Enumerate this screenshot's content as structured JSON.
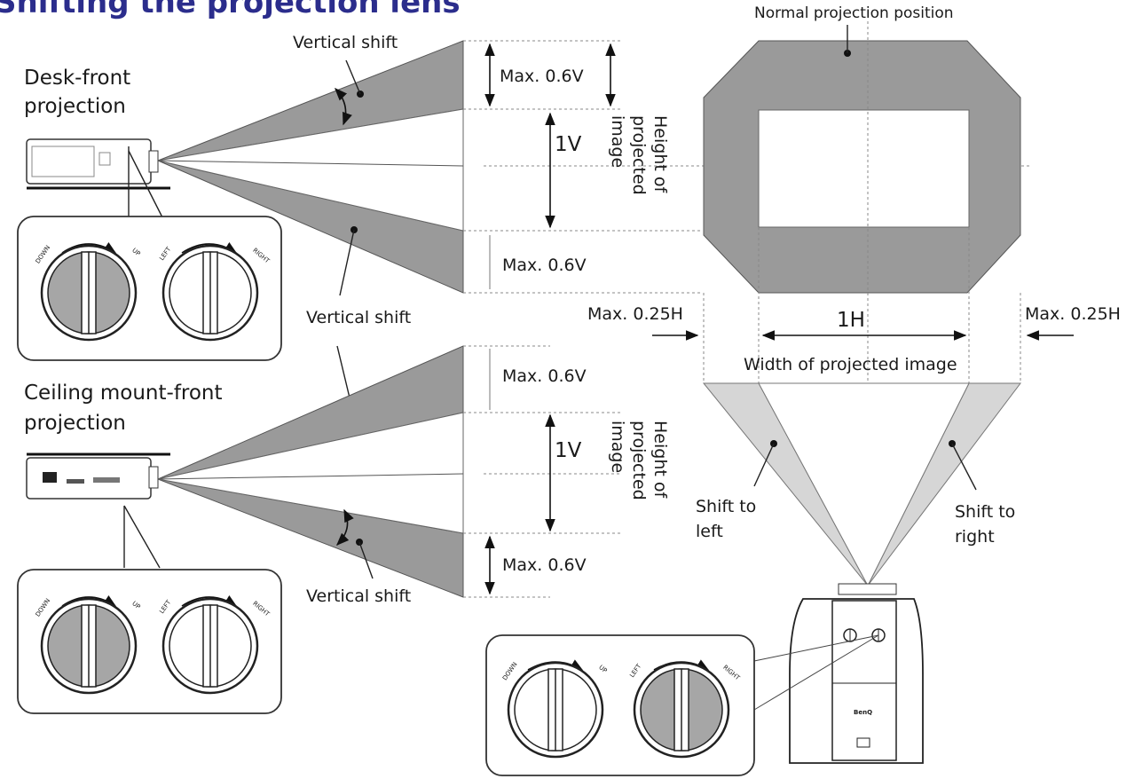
{
  "title": "Shifting the projection lens",
  "labels": {
    "normal_projection_position": "Normal projection position",
    "vertical_shift": "Vertical shift",
    "desk_front_line1": "Desk-",
    "desk_front_line1b": "front",
    "desk_front_line2": "projection",
    "ceiling_line1": "Ceiling mount-front",
    "ceiling_line2": "projection",
    "max_06v": "Max. 0.6V",
    "one_v": "1V",
    "height_of": "Height of",
    "projected": "projected",
    "image": "image",
    "max_025h": "Max. 0.25H",
    "one_h": "1H",
    "width_of_projected_image": "Width of projected image",
    "shift_to": "Shift to",
    "left": "left",
    "right": "right",
    "brand": "BenQ"
  },
  "knob_labels": {
    "down": "DOWN",
    "up": "UP",
    "left": "LEFT",
    "right": "RIGHT"
  },
  "colors": {
    "title": "#2b2d8c",
    "beam_dark": "#9a9a9a",
    "beam_light": "#d6d6d6",
    "knob_active": "#a6a6a6"
  }
}
